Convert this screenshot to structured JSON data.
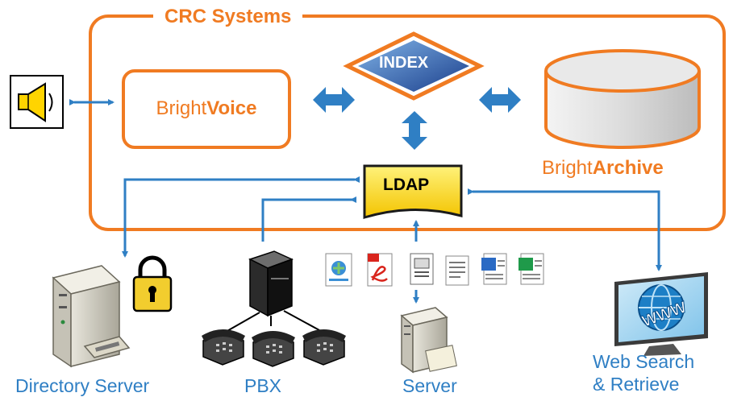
{
  "diagram": {
    "title": "CRC Systems",
    "nodes": {
      "voice": {
        "prefix": "Bright",
        "suffix": "Voice"
      },
      "archive": {
        "prefix": "Bright",
        "suffix": "Archive"
      },
      "index": "INDEX",
      "ldap": "LDAP"
    },
    "labels": {
      "directory_server": "Directory Server",
      "pbx": "PBX",
      "server": "Server",
      "web_line1": "Web Search",
      "web_line2": "& Retrieve",
      "www": "WWW"
    },
    "icons": [
      "speaker-icon",
      "lock-icon",
      "computer-tower-icon",
      "pbx-server-icon",
      "telephone-icon",
      "document-icon",
      "pdf-icon",
      "word-icon",
      "excel-icon",
      "monitor-globe-icon"
    ]
  },
  "colors": {
    "orange": "#f07b22",
    "blue": "#2f7fc4",
    "ldap_fill": "#ffd400",
    "index_fill": "#2c5fb0"
  }
}
